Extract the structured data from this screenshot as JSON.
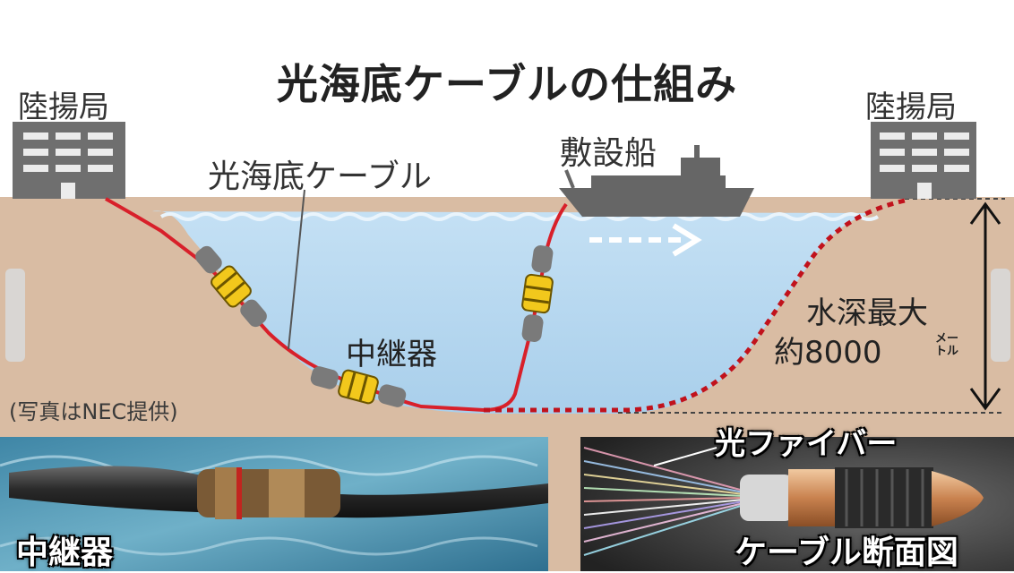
{
  "title": "光海底ケーブルの仕組み",
  "labels": {
    "station_left": "陸揚局",
    "station_right": "陸揚局",
    "cable": "光海底ケーブル",
    "ship": "敷設船",
    "repeater": "中継器",
    "depth_line1": "水深最大",
    "depth_line2": "約8000",
    "depth_unit_top": "メー",
    "depth_unit_bottom": "トル",
    "credit": "(写真はNEC提供)"
  },
  "photos": {
    "repeater_caption": "中継器",
    "fiber_label": "光ファイバー",
    "cross_section_caption": "ケーブル断面図"
  },
  "colors": {
    "land": "#d9bca3",
    "sea": "#b3d5ef",
    "cable": "#d8202a",
    "building": "#6f6f6f",
    "repeater_body": "#777777",
    "repeater_core": "#f2c81c"
  }
}
